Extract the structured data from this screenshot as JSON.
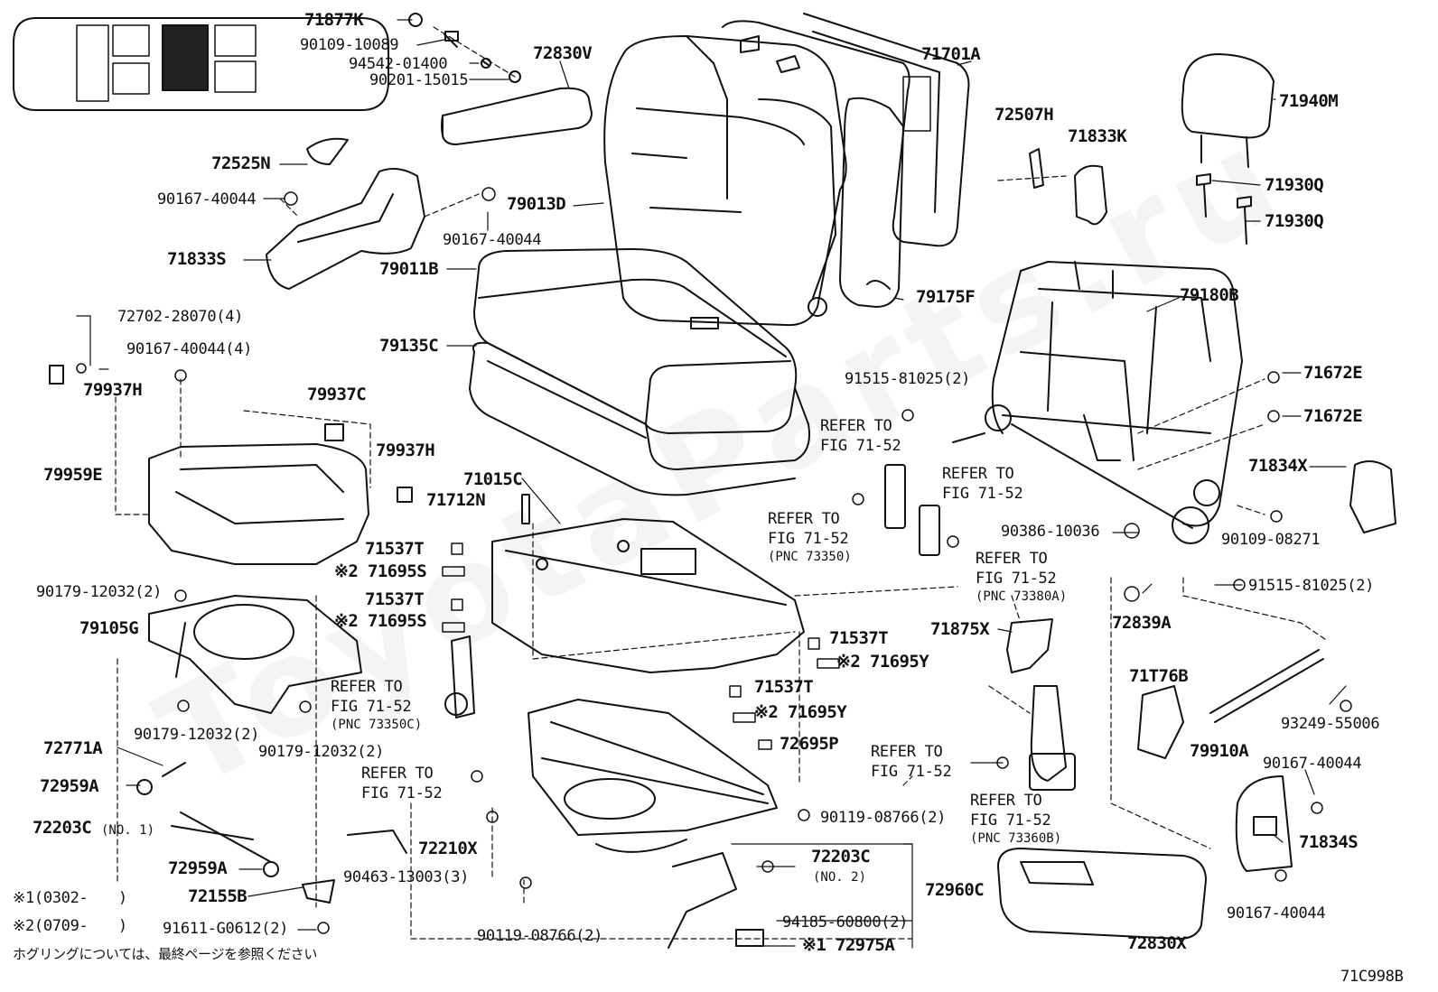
{
  "diagram": {
    "code": "71C998B",
    "watermark": "ToyotaParts.ru",
    "notes": {
      "note1": "※1(0302-　　)",
      "note2": "※2(0709-　　)",
      "japanese": "ホグリングについては、最終ページを参照ください"
    },
    "labels": {
      "p71877K": "71877K",
      "p9010910089": "90109-10089",
      "p9454201400": "94542-01400",
      "p9020115015": "90201-15015",
      "p72830V": "72830V",
      "p71701A": "71701A",
      "p72525N": "72525N",
      "p9016740044a": "90167-40044",
      "p79013D": "79013D",
      "p9016740044b": "90167-40044",
      "p71833S": "71833S",
      "p79011B": "79011B",
      "p72507H": "72507H",
      "p71833K": "71833K",
      "p71940M": "71940M",
      "p71930Qa": "71930Q",
      "p71930Qb": "71930Q",
      "p79175F": "79175F",
      "p79180B": "79180B",
      "p7270228070": "72702-28070(4)",
      "p9016740044c": "90167-40044(4)",
      "p79135C": "79135C",
      "p79937Ha": "79937H",
      "p79937C": "79937C",
      "p9151581025a": "91515-81025(2)",
      "p71672Ea": "71672E",
      "p71672Eb": "71672E",
      "p79959E": "79959E",
      "p79937Hb": "79937H",
      "p71015C": "71015C",
      "p71712N": "71712N",
      "refer1a": "REFER TO",
      "refer1b": "FIG 71-52",
      "refer2a": "REFER TO",
      "refer2b": "FIG 71-52",
      "p71834X": "71834X",
      "refer3a": "REFER TO",
      "refer3b": "FIG 71-52",
      "refer3c": "(PNC 73350)",
      "p9038610036": "90386-10036",
      "p9010908271": "90109-08271",
      "p71537Ta": "71537T",
      "p71695Sa": "※2 71695S",
      "refer4a": "REFER TO",
      "refer4b": "FIG 71-52",
      "refer4c": "(PNC 73380A)",
      "p9151581025b": "91515-81025(2)",
      "p9017912032a": "90179-12032(2)",
      "p71537Tb": "71537T",
      "p71695Sb": "※2 71695S",
      "p72839A": "72839A",
      "p79105G": "79105G",
      "p71875X": "71875X",
      "p71537Tc": "71537T",
      "p71695Ya": "※2 71695Y",
      "refer5a": "REFER TO",
      "refer5b": "FIG 71-52",
      "refer5c": "(PNC 73350C)",
      "p71T76B": "71T76B",
      "p71537Td": "71537T",
      "p71695Yb": "※2 71695Y",
      "p9324955006": "93249-55006",
      "p9017912032b": "90179-12032(2)",
      "p9017912032c": "90179-12032(2)",
      "p72695P": "72695P",
      "p72771A": "72771A",
      "refer6a": "REFER TO",
      "refer6b": "FIG 71-52",
      "p79910A": "79910A",
      "p9016740044d": "90167-40044",
      "refer7a": "REFER TO",
      "refer7b": "FIG 71-52",
      "p72959Aa": "72959A",
      "refer8a": "REFER TO",
      "refer8b": "FIG 71-52",
      "refer8c": "(PNC 73360B)",
      "p9011908766a": "90119-08766(2)",
      "p72203C1": "72203C",
      "p72203C1n": "(NO. 1)",
      "p72210X": "72210X",
      "p72203C2": "72203C",
      "p72203C2n": "(NO. 2)",
      "p71834S": "71834S",
      "p72959Ab": "72959A",
      "p9046313003": "90463-13003(3)",
      "p72960C": "72960C",
      "p72155B": "72155B",
      "p9418560800": "94185-60800(2)",
      "p9016740044e": "90167-40044",
      "p91611G0612": "91611-G0612(2)",
      "p9011908766b": "90119-08766(2)",
      "p72975A": "※1 72975A",
      "p72830X": "72830X"
    }
  }
}
